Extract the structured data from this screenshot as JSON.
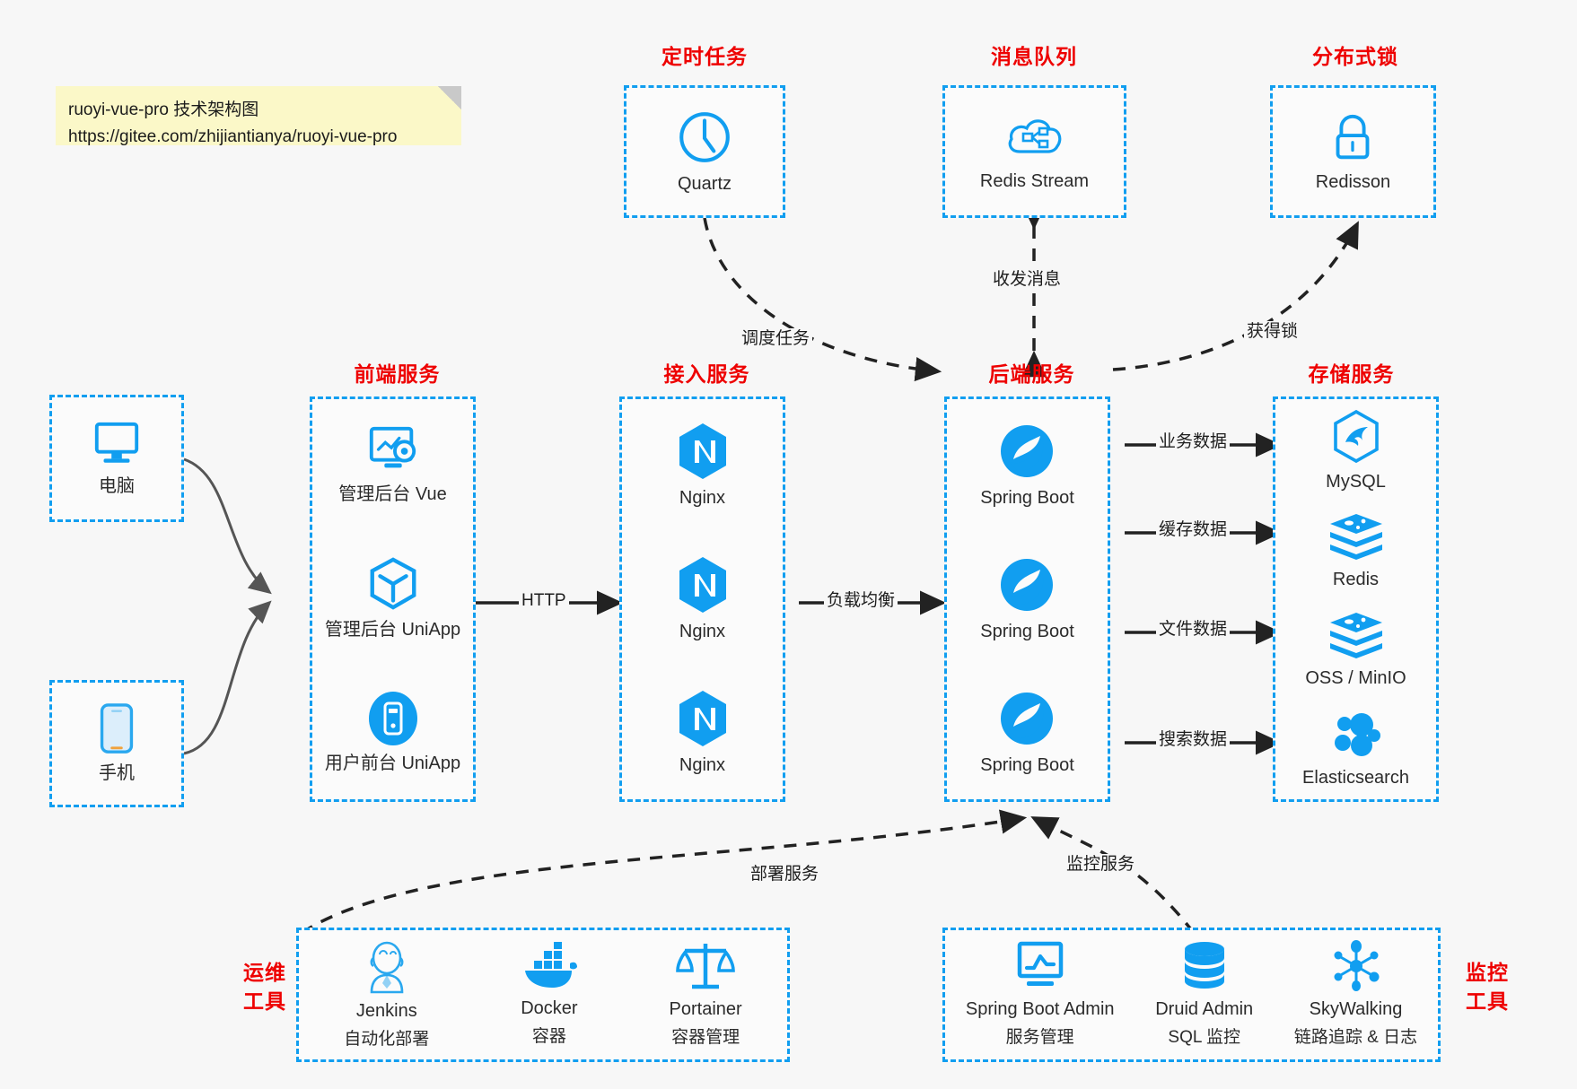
{
  "note": {
    "line1": "ruoyi-vue-pro 技术架构图",
    "line2": "https://gitee.com/zhijiantianya/ruoyi-vue-pro"
  },
  "colors": {
    "accent_blue": "#119ef0",
    "caption_red": "#ee0000",
    "canvas": "#f7f7f7",
    "note_yellow": "#fbf8c8",
    "arrow_gray": "#555555",
    "arrow_black": "#222222"
  },
  "groups": {
    "scheduled_task": {
      "caption": "定时任务",
      "nodes": [
        {
          "icon": "clock-icon",
          "label": "Quartz"
        }
      ]
    },
    "message_queue": {
      "caption": "消息队列",
      "nodes": [
        {
          "icon": "cloud-stream-icon",
          "label": "Redis Stream"
        }
      ]
    },
    "distributed_lock": {
      "caption": "分布式锁",
      "nodes": [
        {
          "icon": "lock-icon",
          "label": "Redisson"
        }
      ]
    },
    "devices": {
      "nodes": [
        {
          "icon": "desktop-icon",
          "label": "电脑"
        },
        {
          "icon": "phone-icon",
          "label": "手机"
        }
      ]
    },
    "frontend": {
      "caption": "前端服务",
      "nodes": [
        {
          "icon": "dashboard-gear-icon",
          "label": "管理后台 Vue"
        },
        {
          "icon": "cube-icon",
          "label": "管理后台 UniApp"
        },
        {
          "icon": "mobile-app-icon",
          "label": "用户前台 UniApp"
        }
      ]
    },
    "gateway": {
      "caption": "接入服务",
      "nodes": [
        {
          "icon": "nginx-icon",
          "label": "Nginx"
        },
        {
          "icon": "nginx-icon",
          "label": "Nginx"
        },
        {
          "icon": "nginx-icon",
          "label": "Nginx"
        }
      ]
    },
    "backend": {
      "caption": "后端服务",
      "nodes": [
        {
          "icon": "spring-boot-icon",
          "label": "Spring Boot"
        },
        {
          "icon": "spring-boot-icon",
          "label": "Spring Boot"
        },
        {
          "icon": "spring-boot-icon",
          "label": "Spring Boot"
        }
      ]
    },
    "storage": {
      "caption": "存储服务",
      "nodes": [
        {
          "icon": "mysql-icon",
          "label": "MySQL"
        },
        {
          "icon": "redis-icon",
          "label": "Redis"
        },
        {
          "icon": "oss-minio-icon",
          "label": "OSS / MinIO"
        },
        {
          "icon": "elasticsearch-icon",
          "label": "Elasticsearch"
        }
      ]
    },
    "devops": {
      "caption": "运维\n工具",
      "caption_line1": "运维",
      "caption_line2": "工具",
      "nodes": [
        {
          "icon": "jenkins-icon",
          "label": "Jenkins",
          "sublabel": "自动化部署"
        },
        {
          "icon": "docker-icon",
          "label": "Docker",
          "sublabel": "容器"
        },
        {
          "icon": "portainer-icon",
          "label": "Portainer",
          "sublabel": "容器管理"
        }
      ]
    },
    "monitoring": {
      "caption_line1": "监控",
      "caption_line2": "工具",
      "nodes": [
        {
          "icon": "monitor-chart-icon",
          "label": "Spring Boot Admin",
          "sublabel": "服务管理"
        },
        {
          "icon": "database-stack-icon",
          "label": "Druid Admin",
          "sublabel": "SQL 监控"
        },
        {
          "icon": "skywalking-icon",
          "label": "SkyWalking",
          "sublabel": "链路追踪 & 日志"
        }
      ]
    }
  },
  "edges": [
    {
      "id": "http",
      "label": "HTTP",
      "from": "frontend",
      "to": "gateway",
      "style": "solid"
    },
    {
      "id": "load-balance",
      "label": "负载均衡",
      "from": "gateway",
      "to": "backend",
      "style": "solid"
    },
    {
      "id": "schedule-task",
      "label": "调度任务",
      "from": "scheduled_task",
      "to": "backend",
      "style": "dashed"
    },
    {
      "id": "send-receive-message",
      "label": "收发消息",
      "from": "backend",
      "to": "message_queue",
      "style": "dashed",
      "bidirectional": true
    },
    {
      "id": "acquire-lock",
      "label": "获得锁",
      "from": "backend",
      "to": "distributed_lock",
      "style": "dashed"
    },
    {
      "id": "business-data",
      "label": "业务数据",
      "from": "backend",
      "to": "storage",
      "style": "solid"
    },
    {
      "id": "cache-data",
      "label": "缓存数据",
      "from": "backend",
      "to": "storage",
      "style": "solid"
    },
    {
      "id": "file-data",
      "label": "文件数据",
      "from": "backend",
      "to": "storage",
      "style": "solid"
    },
    {
      "id": "search-data",
      "label": "搜索数据",
      "from": "backend",
      "to": "storage",
      "style": "solid"
    },
    {
      "id": "deploy-service",
      "label": "部署服务",
      "from": "devops",
      "to": "backend",
      "style": "dashed"
    },
    {
      "id": "monitor-service",
      "label": "监控服务",
      "from": "monitoring",
      "to": "backend",
      "style": "dashed"
    }
  ]
}
